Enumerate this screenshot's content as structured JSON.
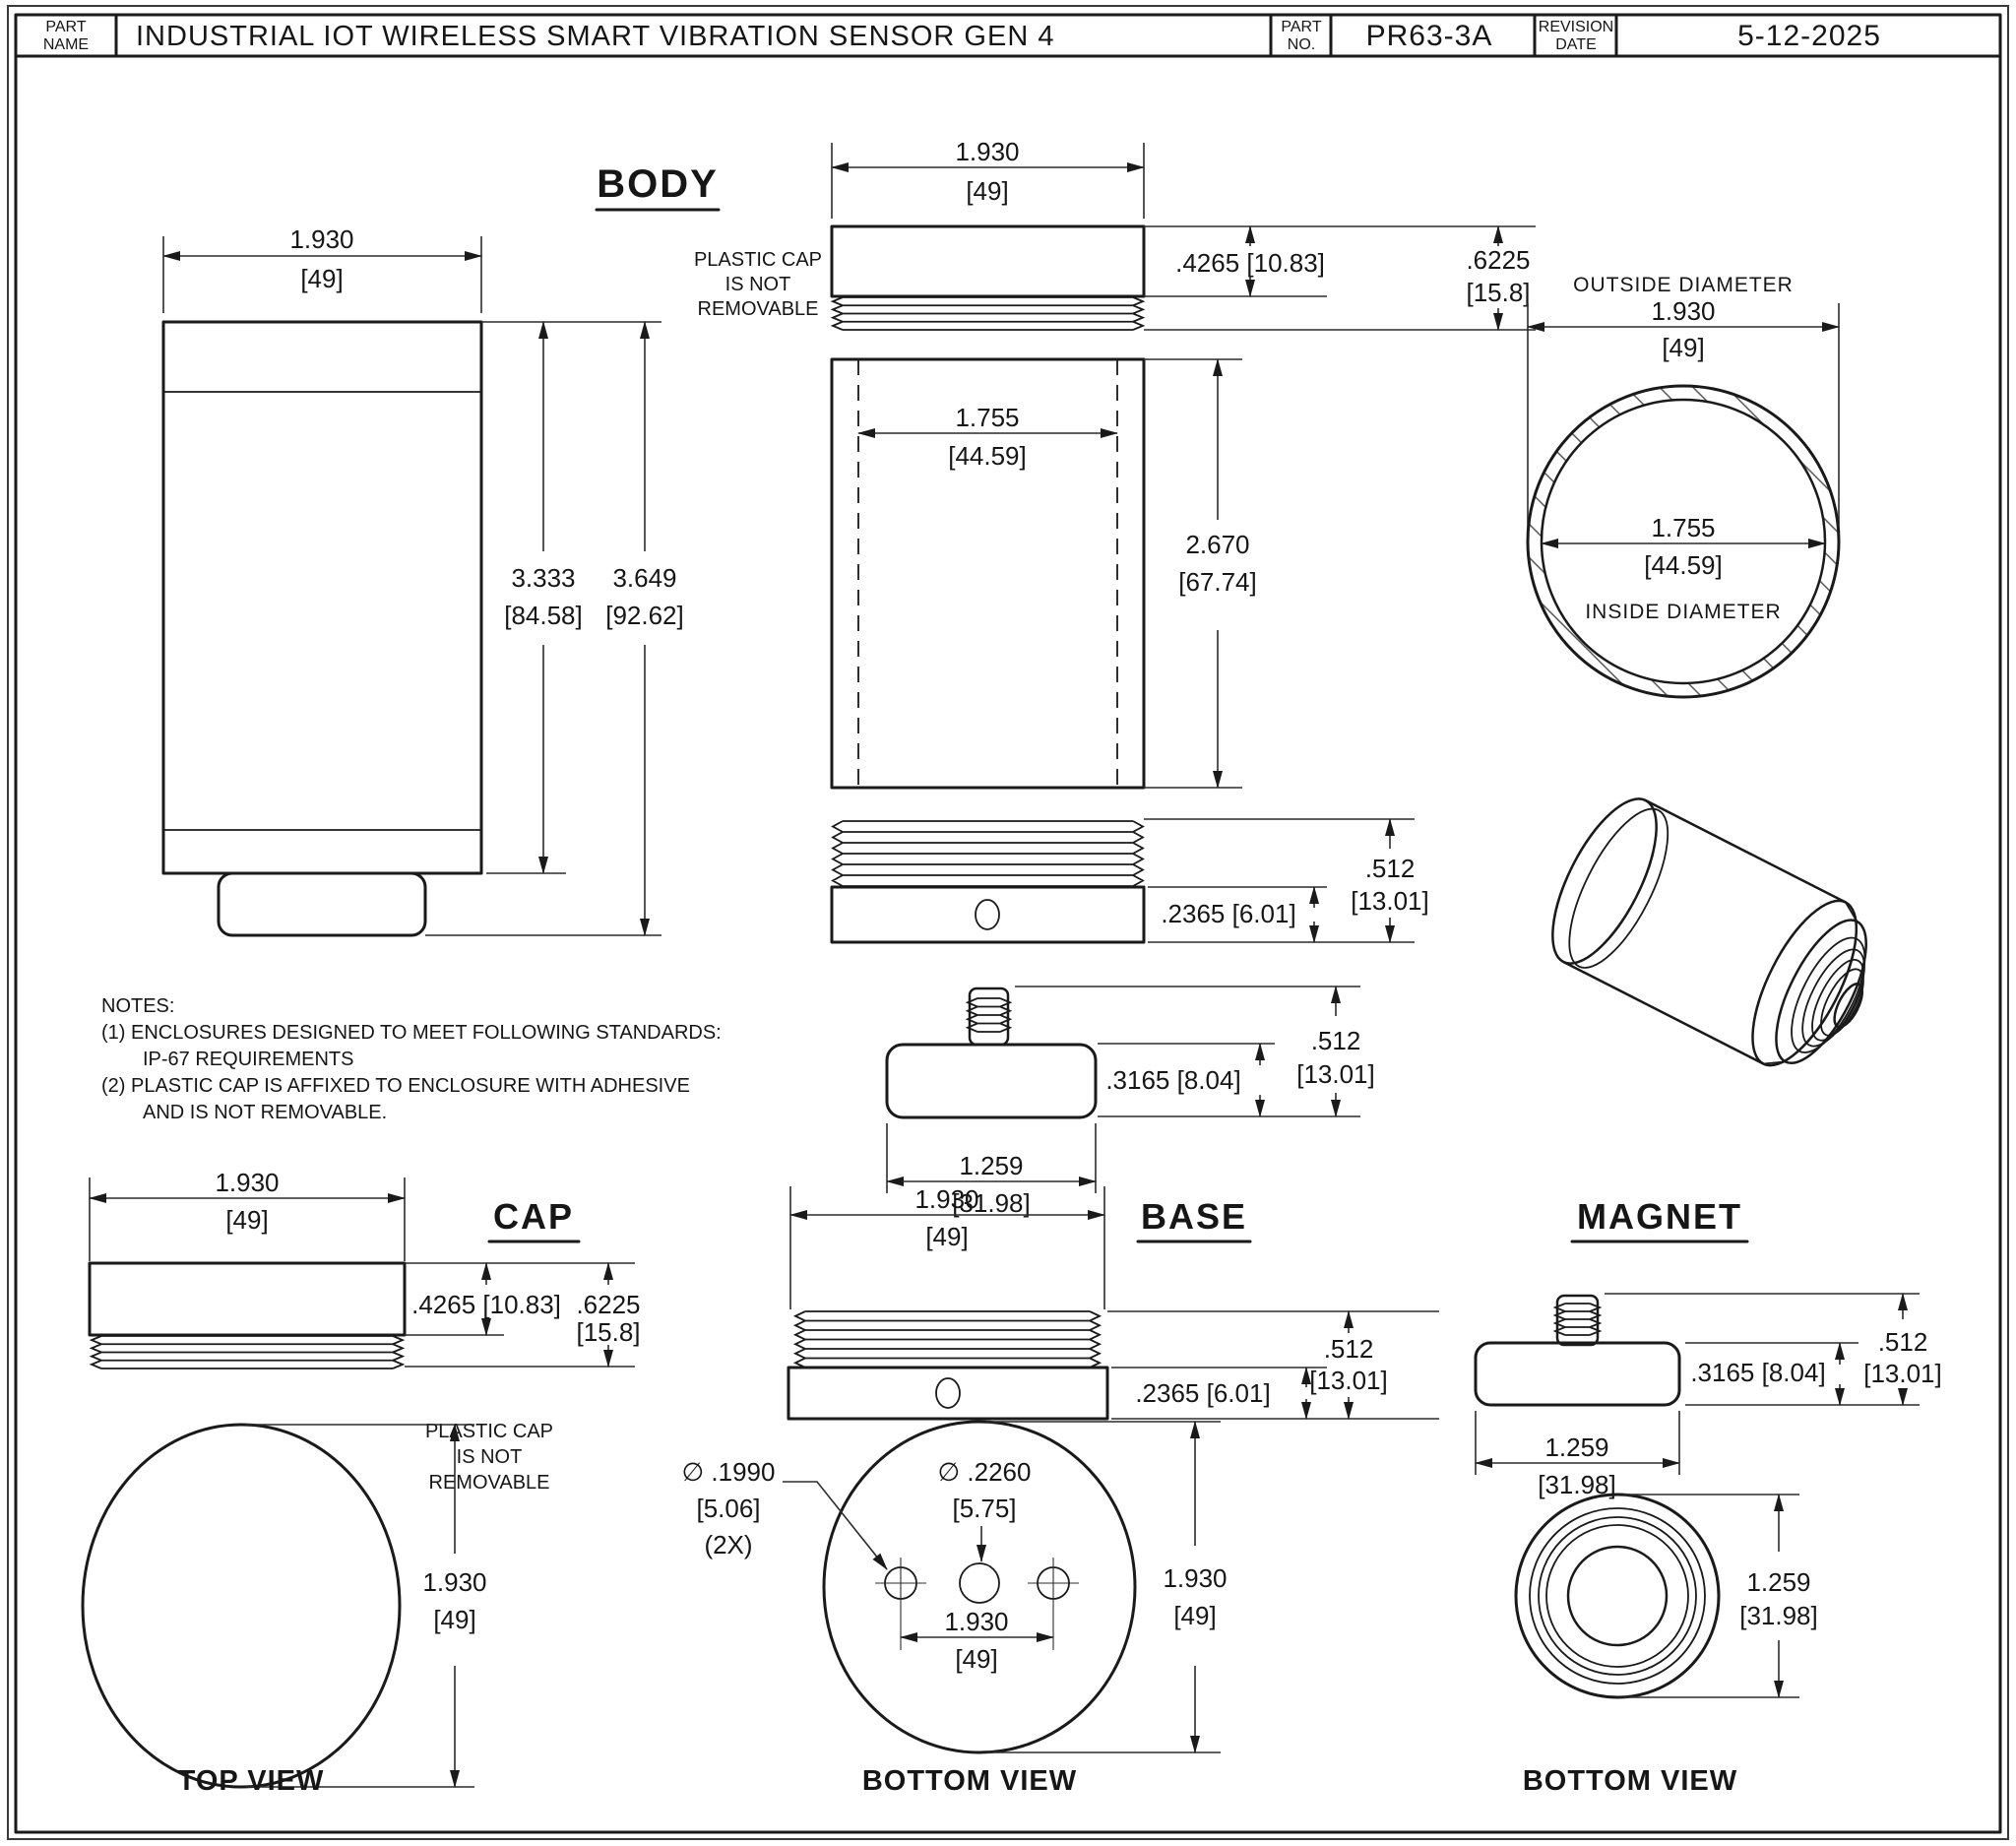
{
  "title_block": {
    "part_name_label_line1": "PART",
    "part_name_label_line2": "NAME",
    "part_name": "INDUSTRIAL IOT WIRELESS SMART VIBRATION SENSOR GEN 4",
    "part_no_label_line1": "PART",
    "part_no_label_line2": "NO.",
    "part_no": "PR63-3A",
    "revision_label_line1": "REVISION",
    "revision_label_line2": "DATE",
    "revision_date": "5-12-2025"
  },
  "sections": {
    "body_title": "BODY",
    "cap_title": "CAP",
    "base_title": "BASE",
    "magnet_title": "MAGNET"
  },
  "labels": {
    "plastic_cap_line1": "PLASTIC CAP",
    "plastic_cap_line2": "IS NOT",
    "plastic_cap_line3": "REMOVABLE",
    "outside_diameter": "OUTSIDE DIAMETER",
    "inside_diameter": "INSIDE DIAMETER",
    "top_view": "TOP VIEW",
    "bottom_view": "BOTTOM VIEW"
  },
  "notes": {
    "heading": "NOTES:",
    "line1": "(1) ENCLOSURES DESIGNED TO MEET FOLLOWING STANDARDS:",
    "line2": "IP-67 REQUIREMENTS",
    "line3": "(2) PLASTIC CAP IS AFFIXED TO ENCLOSURE WITH ADHESIVE",
    "line4": "AND IS NOT REMOVABLE."
  },
  "dimensions": {
    "width_in": "1.930",
    "width_mm": "[49]",
    "inner_in": "1.755",
    "inner_mm": "[44.59]",
    "body_height_in": "3.333",
    "body_height_mm": "[84.58]",
    "overall_height_in": "3.649",
    "overall_height_mm": "[92.62]",
    "tube_in": "2.670",
    "tube_mm": "[67.74]",
    "cap_height": ".4265 [10.83]",
    "cap_total_in": ".6225",
    "cap_total_mm": "[15.8]",
    "plate_height": ".2365 [6.01]",
    "total_in": ".512",
    "total_mm": "[13.01]",
    "magnet_height": ".3165 [8.04]",
    "magnet_dia_in": "1.259",
    "magnet_dia_mm": "[31.98]",
    "hole_small_dia": "∅ .1990",
    "hole_small_mm": "[5.06]",
    "hole_small_qty": "(2X)",
    "hole_big_dia": "∅ .2260",
    "hole_big_mm": "[5.75]"
  },
  "colors": {
    "ink": "#1a1a1a",
    "paper": "#ffffff"
  }
}
